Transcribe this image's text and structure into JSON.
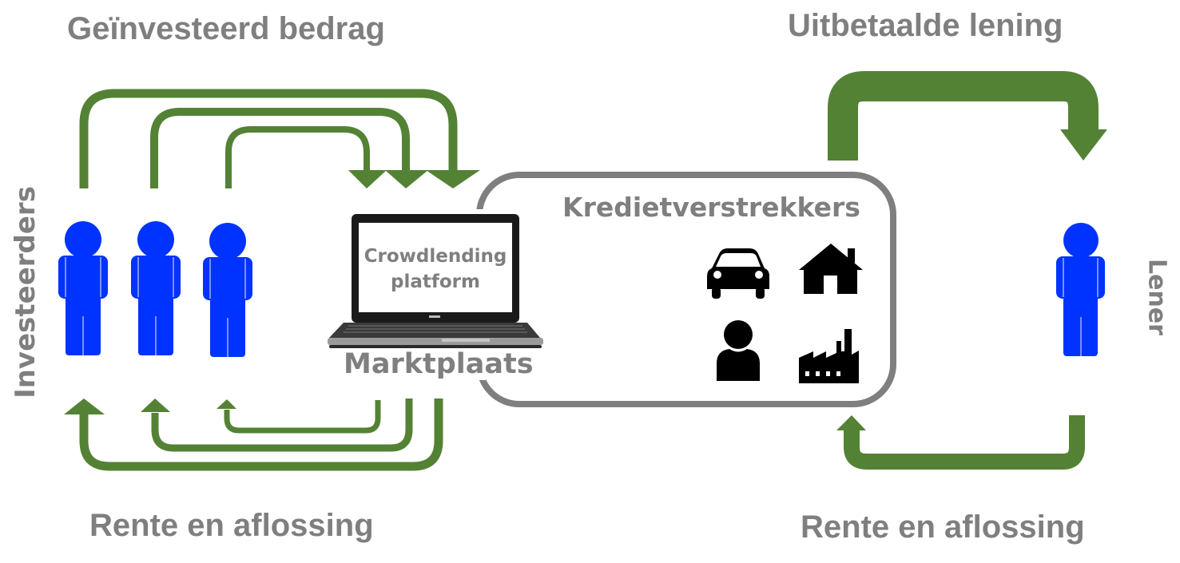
{
  "labels": {
    "invested_amount": "Geïnvesteerd bedrag",
    "paid_out_loan": "Uitbetaalde lening",
    "interest_repayment_left": "Rente en aflossing",
    "interest_repayment_right": "Rente en aflossing",
    "investors": "Investeerders",
    "borrower": "Lener",
    "platform_screen_line1": "Crowdlending",
    "platform_screen_line2": "platform",
    "marketplace": "Marktplaats",
    "lenders": "Kredietverstrekkers"
  },
  "icons": {
    "investor": "person-icon",
    "borrower": "person-icon",
    "laptop": "laptop-icon",
    "lender_types": [
      "car-icon",
      "house-icon",
      "user-icon",
      "factory-icon"
    ]
  },
  "colors": {
    "arrow": "#548235",
    "person": "#0033ff",
    "text": "#7f7f7f",
    "box_border": "#7f7f7f",
    "icon": "#000000"
  },
  "investor_count": 3
}
